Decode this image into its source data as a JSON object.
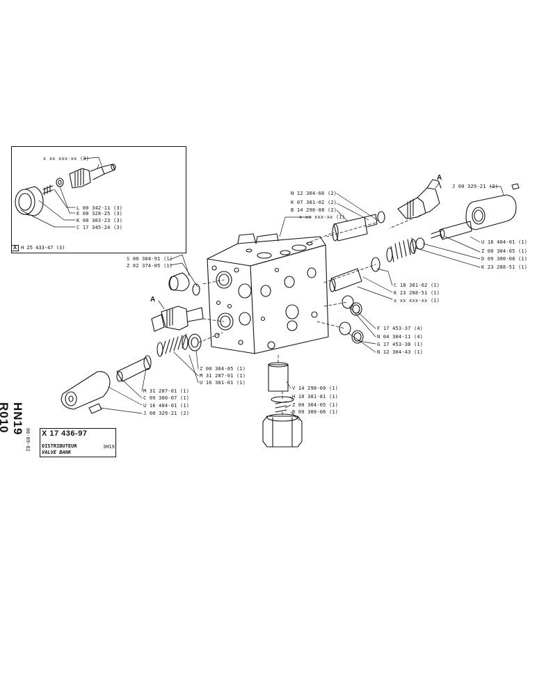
{
  "inset": {
    "tag_letter": "A",
    "tag_ref": "H 25 433-47 (3)",
    "labels": [
      "x xx xxx-xx (3)",
      "L 00 342-11 (3)",
      "E 00 328-25 (3)",
      "K 00 303-23 (3)",
      "C 17 345-24 (3)"
    ]
  },
  "markers": [
    "A",
    "A"
  ],
  "parts": [
    "N 12 304-66 (2)",
    "K 07 381-02 (2)",
    "B 14 298-88 (2)",
    "x xx xxx-xx (1)",
    "J 00 329-21 (2)",
    "U 16 404-01 (1)",
    "Z 00 304-05 (1)",
    "D 09 300-08 (1)",
    "K 23 288-51 (1)",
    "S 00 304-91 (1)",
    "Z 02 374-05 (1)",
    "C 18 381-62 (1)",
    "K 23 288-51 (1)",
    "x xx xxx-xx (1)",
    "F 17 453-37 (4)",
    "N 04 304-11 (4)",
    "G 17 453-38 (1)",
    "N 12 304-43 (1)",
    "Z 00 304-05 (1)",
    "M 31 287-01 (1)",
    "U 16 381-01 (1)",
    "M 31 287-01 (1)",
    "C 09 300-07 (1)",
    "U 16 404-01 (1)",
    "J 00 329-21 (2)",
    "V 14 298-60 (1)",
    "H 10 381-81 (1)",
    "Z 00 304-05 (1)",
    "B 09 300-06 (1)"
  ],
  "title_block": {
    "code": "HN19 R010",
    "date": "06-09-82",
    "reference": "X 17 436-97",
    "title_fr": "DISTRIBUTEUR",
    "title_en": "VALVE BANK",
    "model": "3H19"
  }
}
